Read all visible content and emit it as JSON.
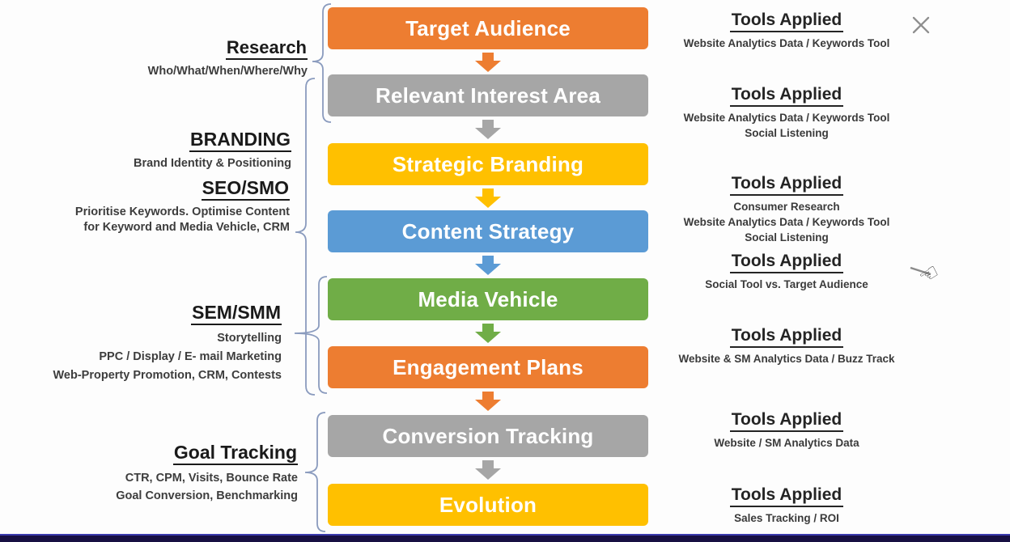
{
  "flow": {
    "steps": [
      {
        "label": "Target Audience",
        "color": "#ED7D31"
      },
      {
        "label": "Relevant Interest Area",
        "color": "#A6A6A6"
      },
      {
        "label": "Strategic Branding",
        "color": "#FFC000"
      },
      {
        "label": "Content Strategy",
        "color": "#5B9BD5"
      },
      {
        "label": "Media Vehicle",
        "color": "#70AD47"
      },
      {
        "label": "Engagement Plans",
        "color": "#ED7D31"
      },
      {
        "label": "Conversion Tracking",
        "color": "#A6A6A6"
      },
      {
        "label": "Evolution",
        "color": "#FFC000"
      }
    ]
  },
  "left_sections": [
    {
      "title": "Research",
      "lines": [
        "Who/What/When/Where/Why"
      ]
    },
    {
      "title": "BRANDING",
      "lines": [
        "Brand Identity & Positioning"
      ]
    },
    {
      "title": "SEO/SMO",
      "lines": [
        "Prioritise Keywords. Optimise Content",
        "for Keyword and Media Vehicle, CRM"
      ]
    },
    {
      "title": "SEM/SMM",
      "lines": [
        "Storytelling",
        "PPC / Display / E- mail Marketing",
        "Web-Property Promotion, CRM, Contests"
      ]
    },
    {
      "title": "Goal Tracking",
      "lines": [
        "CTR, CPM, Visits, Bounce Rate",
        "Goal Conversion, Benchmarking"
      ]
    }
  ],
  "tools_sections": [
    {
      "title": "Tools Applied",
      "lines": [
        "Website Analytics Data / Keywords Tool"
      ]
    },
    {
      "title": "Tools Applied",
      "lines": [
        "Website Analytics Data / Keywords Tool",
        "Social Listening"
      ]
    },
    {
      "title": "Tools Applied",
      "lines": [
        "Consumer Research",
        "Website Analytics Data / Keywords Tool",
        "Social Listening"
      ]
    },
    {
      "title": "Tools Applied",
      "lines": [
        "Social Tool vs. Target Audience"
      ]
    },
    {
      "title": "Tools Applied",
      "lines": [
        "Website & SM Analytics Data / Buzz Track"
      ]
    },
    {
      "title": "Tools Applied",
      "lines": [
        "Website / SM Analytics Data"
      ]
    },
    {
      "title": "Tools Applied",
      "lines": [
        "Sales Tracking / ROI"
      ]
    }
  ],
  "icons": {
    "close": "close-icon",
    "cursor": "hand-pointer-cursor",
    "arrow": "down-block-arrow"
  },
  "colors": {
    "brace": "#8A9BBE",
    "bottom_bar": "#181043",
    "bottom_bar_top_edge": "#3B3BAE"
  }
}
